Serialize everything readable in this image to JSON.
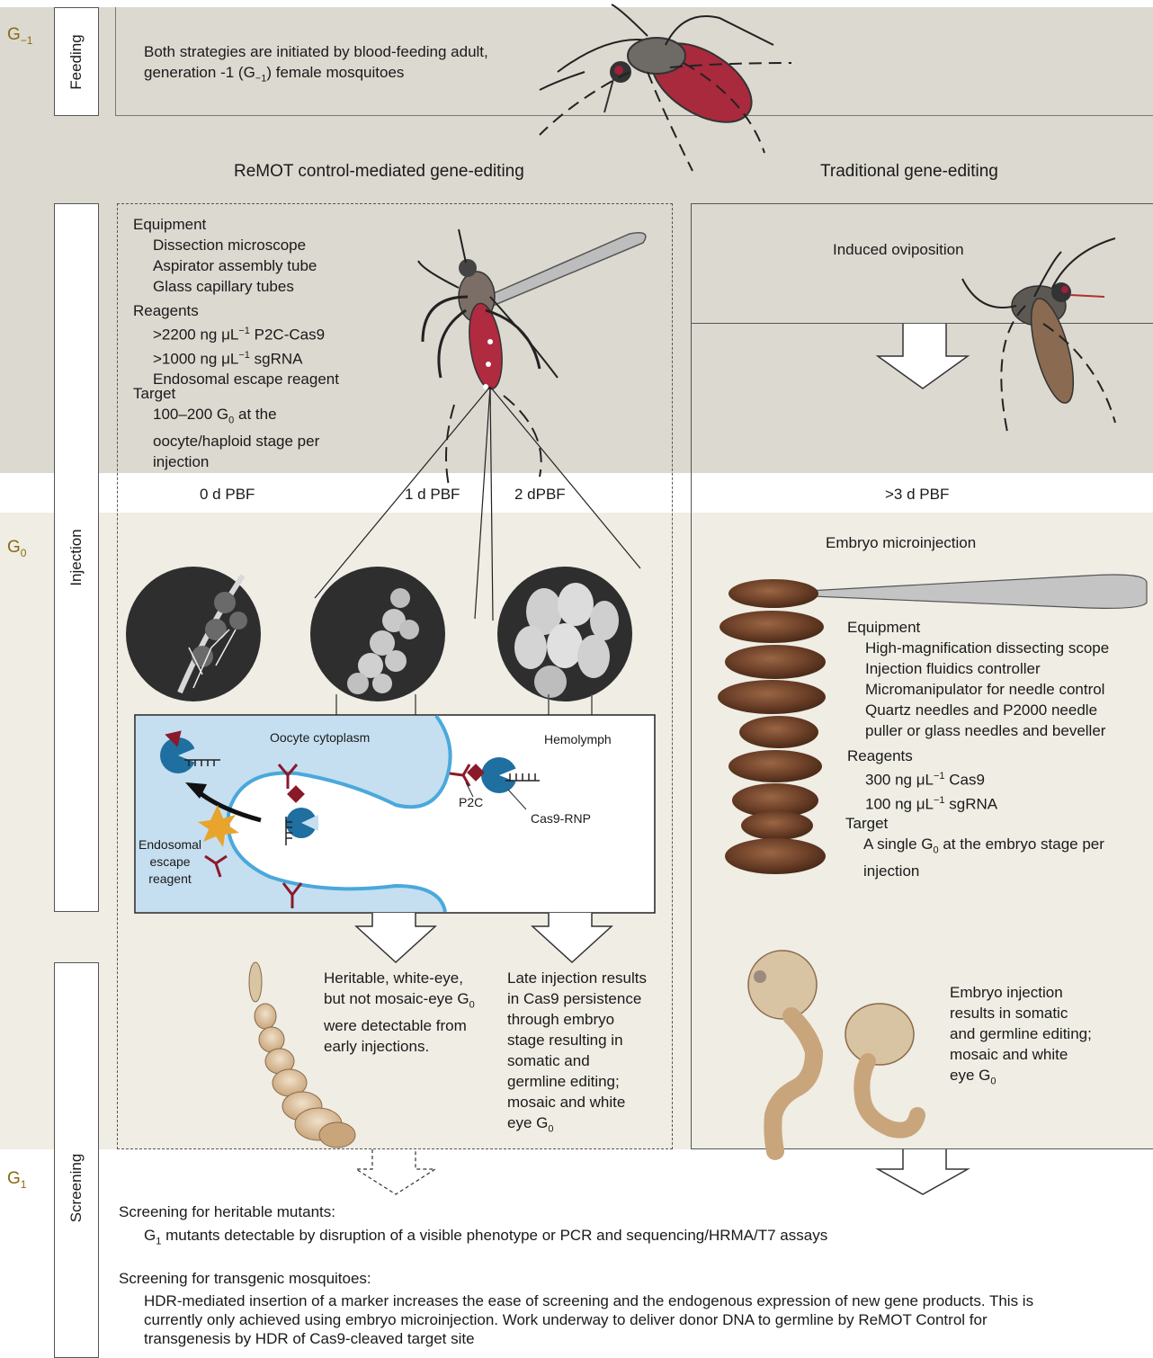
{
  "generations": {
    "g_minus1": {
      "base": "G",
      "sub": "−1"
    },
    "g0": {
      "base": "G",
      "sub": "0"
    },
    "g1": {
      "base": "G",
      "sub": "1"
    }
  },
  "stages": {
    "feeding": "Feeding",
    "injection": "Injection",
    "screening": "Screening"
  },
  "feeding_text": {
    "line1": "Both strategies are initiated by blood-feeding adult,",
    "line2_pre": "generation -1 (G",
    "line2_sub": "−1",
    "line2_post": ") female mosquitoes"
  },
  "columns": {
    "remot": "ReMOT control-mediated gene-editing",
    "traditional": "Traditional gene-editing"
  },
  "remot": {
    "equipment_title": "Equipment",
    "equipment": [
      "Dissection microscope",
      "Aspirator assembly tube",
      "Glass capillary tubes"
    ],
    "reagents_title": "Reagents",
    "reagent1": {
      "pre": ">2200 ng μL",
      "sup": "−1",
      "post": " P2C-Cas9"
    },
    "reagent2": {
      "pre": ">1000 ng μL",
      "sup": "−1",
      "post": " sgRNA"
    },
    "reagent3": "Endosomal escape reagent",
    "target_title": "Target",
    "target_line1_pre": "100–200 G",
    "target_line1_sub": "0",
    "target_line1_post": " at the",
    "target_line2": "oocyte/haploid stage per",
    "target_line3": "injection",
    "timepoints": [
      "0 d PBF",
      "1 d PBF",
      "2 dPBF"
    ],
    "cell": {
      "oocyte": "Oocyte cytoplasm",
      "hemolymph": "Hemolymph",
      "p2c": "P2C",
      "cas9": "Cas9-RNP",
      "endo1": "Endosomal",
      "endo2": "escape",
      "endo3": "reagent"
    },
    "result_early": {
      "l1": "Heritable, white-eye,",
      "l2": "but not mosaic-eye G",
      "l2_sub": "0",
      "l3": "were detectable from",
      "l4": "early injections."
    },
    "result_late": {
      "l1": "Late injection results",
      "l2": "in Cas9 persistence",
      "l3": "through embryo",
      "l4": "stage resulting in",
      "l5": "somatic and",
      "l6": "germline editing;",
      "l7": "mosaic and white",
      "l8": "eye G",
      "l8_sub": "0"
    }
  },
  "traditional": {
    "induced": "Induced oviposition",
    "timepoint": ">3 d PBF",
    "microinjection": "Embryo microinjection",
    "equipment_title": "Equipment",
    "equipment": [
      "High-magnification dissecting scope",
      "Injection fluidics controller",
      "Micromanipulator for needle control",
      "Quartz needles and P2000 needle",
      "puller or glass needles and beveller"
    ],
    "reagents_title": "Reagents",
    "reagent1": {
      "pre": "300  ng μL",
      "sup": "−1",
      "post": " Cas9"
    },
    "reagent2": {
      "pre": "100  ng μL",
      "sup": "−1",
      "post": " sgRNA"
    },
    "target_title": "Target",
    "target_line1_pre": "A single G",
    "target_line1_sub": "0",
    "target_line1_post": " at the embryo stage per",
    "target_line2": "injection",
    "result": {
      "l1": "Embryo injection",
      "l2": "results in somatic",
      "l3": "and germline editing;",
      "l4": "mosaic and white",
      "l5": "eye G",
      "l5_sub": "0"
    }
  },
  "screening": {
    "heritable_title": "Screening for heritable mutants:",
    "heritable_pre": "G",
    "heritable_sub": "1",
    "heritable_post": " mutants detectable by disruption of a visible phenotype or PCR and sequencing/HRMA/T7 assays",
    "transgenic_title": "Screening for transgenic mosquitoes:",
    "transgenic_l1": "HDR-mediated insertion of a marker increases the ease of screening and the endogenous expression of new gene products. This is",
    "transgenic_l2": "currently only achieved using embryo microinjection. Work underway to deliver donor DNA to germline by ReMOT Control for",
    "transgenic_l3": "transgenesis by HDR of Cas9-cleaved target site"
  },
  "colors": {
    "gray_band": "#dcd9d1",
    "cream_band": "#efede4",
    "cell_blue": "#c5dff0",
    "membrane": "#4aa8dc",
    "receptor": "#8a1a2a",
    "cas9": "#1f6fa0",
    "generation_label": "#8a6a12"
  }
}
